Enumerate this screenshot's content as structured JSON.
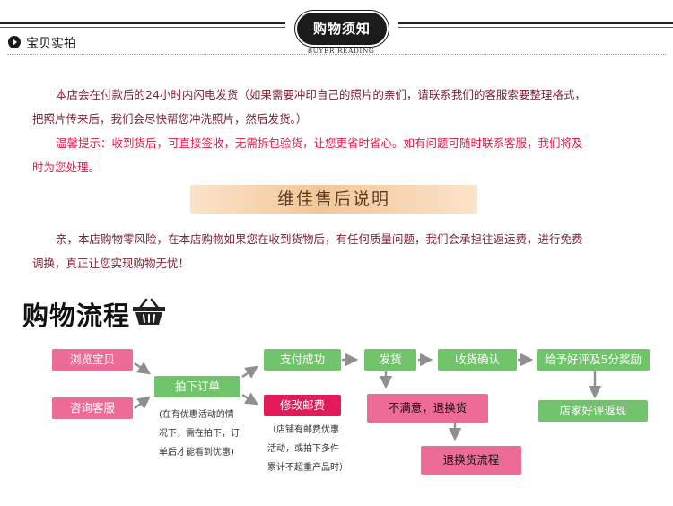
{
  "header": {
    "badge": "购物须知",
    "badge_sub": "BUYER READING",
    "section_label": "宝贝实拍"
  },
  "paragraphs": {
    "p1_line1": "本店会在付款后的24小时内闪电发货（如果需要冲印自己的照片的亲们，请联系我们的客服索要整理格式，",
    "p1_line2": "把照片传来后，我们会尽快帮您冲洗照片，然后发货。）",
    "p2_line1": "温馨提示：收到货后，可直接签收，无需拆包验货，让您更省时省心。如有问题可随时联系客服，我们将及",
    "p2_line2": "时为您处理。",
    "after_sales_title": "维佳售后说明",
    "p3_line1": "亲，本店购物零风险，在本店购物如果您在收到货物后，有任何质量问题，我们会承担往返运费，进行免费",
    "p3_line2": "调换，真正让您实现购物无忧！"
  },
  "flow": {
    "title": "购物流程",
    "steps": {
      "browse": "浏览宝贝",
      "consult": "咨询客服",
      "order": "拍下订单",
      "pay_success": "支付成功",
      "ship": "发货",
      "confirm": "收货确认",
      "review": "给予好评及5分奖励",
      "modify_postage": "修改邮费",
      "unsatisfied": "不满意，退换货",
      "return_flow": "退换货流程",
      "shop_review": "店家好评返现"
    },
    "notes": {
      "order_note": [
        "(在有优惠活动的情",
        "况下，需在拍下，订",
        "单后才能看到优惠)"
      ],
      "postage_note": [
        "（店铺有邮费优惠",
        "活动，或拍下多件",
        "累计不超重产品时）"
      ]
    }
  },
  "colors": {
    "pink": "#ec6b97",
    "green": "#72c46c",
    "dark_red": "#e3195a",
    "arrow": "#8f8f8f",
    "text_maroon": "#7a2232",
    "text_red": "#e0184a"
  }
}
